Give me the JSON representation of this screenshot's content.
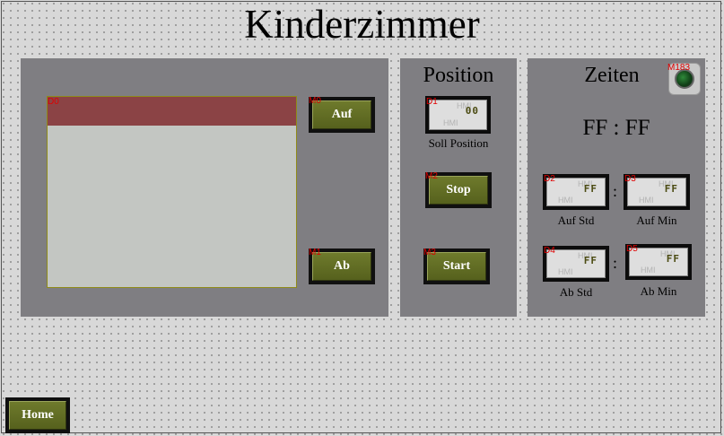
{
  "screen": {
    "title": "Kinderzimmer"
  },
  "tags": {
    "display": "D0",
    "auf": "M0",
    "ab": "M1",
    "soll": "D1",
    "stop": "M2",
    "start": "M3",
    "auf_std": "D2",
    "auf_min": "D3",
    "ab_std": "D4",
    "ab_min": "D5",
    "lamp": "M183"
  },
  "position_panel": {
    "heading": "Position",
    "soll_value": "00",
    "soll_label": "Soll Position",
    "stop_label": "Stop",
    "start_label": "Start"
  },
  "blind": {
    "up_label": "Auf",
    "down_label": "Ab",
    "level_percent": 15
  },
  "times_panel": {
    "heading": "Zeiten",
    "clock": "FF : FF",
    "auf_std_value": "FF",
    "auf_min_value": "FF",
    "ab_std_value": "FF",
    "ab_min_value": "FF",
    "auf_std_label": "Auf Std",
    "auf_min_label": "Auf Min",
    "ab_std_label": "Ab Std",
    "ab_min_label": "Ab Min",
    "separator": ":"
  },
  "watermark": "HMI",
  "footer": {
    "home_label": "Home"
  },
  "colors": {
    "panel": "#7f7e82",
    "button": "#5f6b22",
    "blind_bar": "#8b4345",
    "blind_area": "#c3c6c2",
    "tag_text": "#e00000"
  }
}
